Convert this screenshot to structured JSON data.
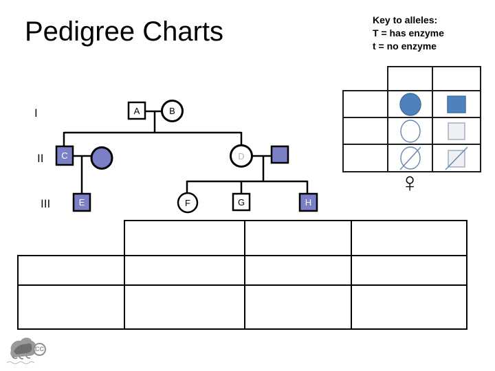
{
  "slide": {
    "title": "Pedigree Charts",
    "background_color": "#ffffff"
  },
  "allele_key": {
    "heading": "Key to alleles:",
    "lines": [
      "T = has enzyme",
      "t = no enzyme"
    ]
  },
  "female_symbol": {
    "glyph": "♀"
  },
  "symbol_key_table": {
    "columns": 3,
    "rows": 4,
    "header_row_cells_empty": true,
    "filled_color": "#4f81bd",
    "outline_color": "#6484ad",
    "cells": [
      {
        "row": 2,
        "col": 2,
        "symbol": "filled-circle"
      },
      {
        "row": 2,
        "col": 3,
        "symbol": "filled-square"
      },
      {
        "row": 3,
        "col": 2,
        "symbol": "empty-circle"
      },
      {
        "row": 3,
        "col": 3,
        "symbol": "empty-square"
      },
      {
        "row": 4,
        "col": 2,
        "symbol": "slashed-circle"
      },
      {
        "row": 4,
        "col": 3,
        "symbol": "slashed-square"
      }
    ]
  },
  "pedigree": {
    "filled_color": "#7b80c6",
    "generation_labels": [
      "I",
      "II",
      "III"
    ],
    "individuals": [
      {
        "id": "A",
        "shape": "square",
        "filled": false,
        "generation": "I"
      },
      {
        "id": "B",
        "shape": "circle",
        "filled": false,
        "generation": "I"
      },
      {
        "id": "C",
        "shape": "square",
        "filled": true,
        "generation": "II"
      },
      {
        "id": "",
        "shape": "circle",
        "filled": true,
        "generation": "II"
      },
      {
        "id": "D",
        "shape": "circle",
        "filled": false,
        "generation": "II"
      },
      {
        "id": "",
        "shape": "square",
        "filled": true,
        "generation": "II"
      },
      {
        "id": "E",
        "shape": "square",
        "filled": true,
        "generation": "III"
      },
      {
        "id": "F",
        "shape": "circle",
        "filled": false,
        "generation": "III"
      },
      {
        "id": "G",
        "shape": "square",
        "filled": false,
        "generation": "III"
      },
      {
        "id": "H",
        "shape": "square",
        "filled": true,
        "generation": "III"
      }
    ],
    "families": [
      {
        "parents": [
          "A",
          "B"
        ],
        "children": [
          "C",
          "D"
        ]
      },
      {
        "parents": [
          "C",
          "unlabeled-female"
        ],
        "children": [
          "E"
        ]
      },
      {
        "parents": [
          "D",
          "unlabeled-male"
        ],
        "children": [
          "F",
          "G",
          "H"
        ]
      }
    ]
  },
  "bottom_table": {
    "columns": 4,
    "header_cells": 3,
    "body_rows": 2,
    "all_cells_empty": true
  },
  "footer": {
    "cc_label": "CC"
  }
}
